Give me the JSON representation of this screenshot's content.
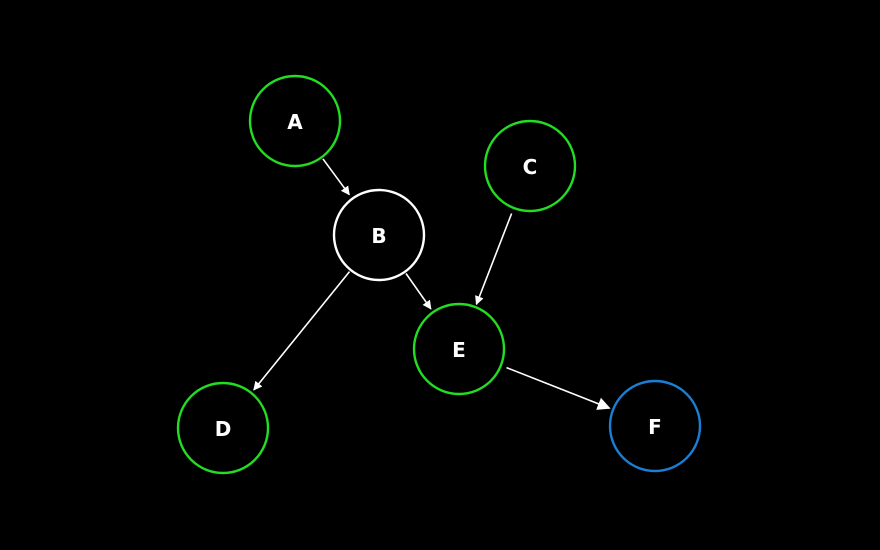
{
  "diagram": {
    "type": "directed-graph",
    "background": "#000000",
    "edge_color": "#ffffff",
    "nodes": [
      {
        "id": "A",
        "label": "A",
        "color": "#22dd22"
      },
      {
        "id": "B",
        "label": "B",
        "color": "#ffffff"
      },
      {
        "id": "C",
        "label": "C",
        "color": "#22dd22"
      },
      {
        "id": "D",
        "label": "D",
        "color": "#22dd22"
      },
      {
        "id": "E",
        "label": "E",
        "color": "#22dd22"
      },
      {
        "id": "F",
        "label": "F",
        "color": "#1a7fd4"
      }
    ],
    "edges": [
      {
        "from": "A",
        "to": "B"
      },
      {
        "from": "B",
        "to": "D"
      },
      {
        "from": "B",
        "to": "E"
      },
      {
        "from": "C",
        "to": "E"
      },
      {
        "from": "E",
        "to": "F"
      }
    ]
  }
}
